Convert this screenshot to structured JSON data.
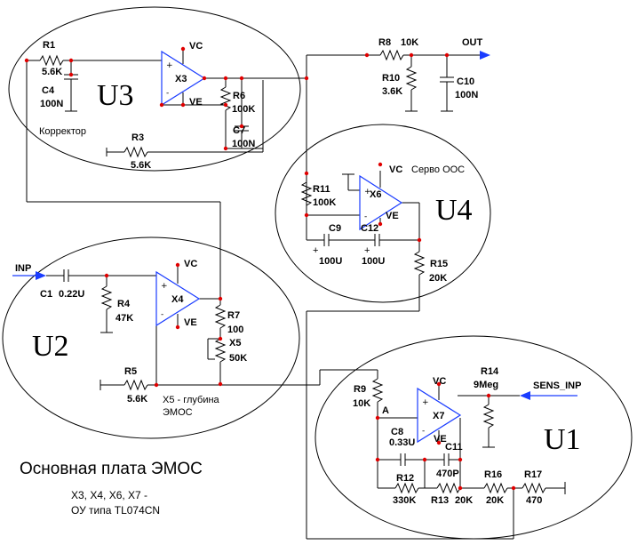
{
  "blocks": {
    "u1": "U1",
    "u2": "U2",
    "u3": "U3",
    "u4": "U4"
  },
  "title": "Основная плата ЭМОС",
  "note_line1": "X3, X4, X6, X7 -",
  "note_line2": "ОУ типа TL074CN",
  "ports": {
    "inp": "INP",
    "out": "OUT",
    "sens_inp": "SENS_INP"
  },
  "power": {
    "vc": "VC",
    "ve": "VE"
  },
  "opamps": {
    "x3": "X3",
    "x4": "X4",
    "x6": "X6",
    "x7": "X7"
  },
  "labels": {
    "corrector": "Корректор",
    "servo": "Серво ООС",
    "x5_caption_1": "X5 - глубина",
    "x5_caption_2": "ЭМОС",
    "node_a": "A"
  },
  "components": {
    "r1": {
      "ref": "R1",
      "val": "5.6K"
    },
    "c4": {
      "ref": "C4",
      "val": "100N"
    },
    "r3": {
      "ref": "R3",
      "val": "5.6K"
    },
    "r6": {
      "ref": "R6",
      "val": "100K"
    },
    "c7": {
      "ref": "C7",
      "val": "100N"
    },
    "r8": {
      "ref": "R8",
      "val": "10K"
    },
    "r10": {
      "ref": "R10",
      "val": "3.6K"
    },
    "c10": {
      "ref": "C10",
      "val": "100N"
    },
    "r11": {
      "ref": "R11",
      "val": "100K"
    },
    "c9": {
      "ref": "C9",
      "val": "100U"
    },
    "c12": {
      "ref": "C12",
      "val": "100U"
    },
    "r15": {
      "ref": "R15",
      "val": "20K"
    },
    "c1": {
      "ref": "C1",
      "val": "0.22U"
    },
    "r4": {
      "ref": "R4",
      "val": "47K"
    },
    "r7": {
      "ref": "R7",
      "val": "100"
    },
    "x5": {
      "ref": "X5",
      "val": "50K"
    },
    "r5": {
      "ref": "R5",
      "val": "5.6K"
    },
    "r9": {
      "ref": "R9",
      "val": "10K"
    },
    "r14": {
      "ref": "R14",
      "val": "9Meg"
    },
    "c8": {
      "ref": "C8",
      "val": "0.33U"
    },
    "c11": {
      "ref": "C11",
      "val": "470P"
    },
    "r12": {
      "ref": "R12",
      "val": "330K"
    },
    "r13": {
      "ref": "R13",
      "val": "20K"
    },
    "r16": {
      "ref": "R16",
      "val": "20K"
    },
    "r17": {
      "ref": "R17",
      "val": "470"
    }
  }
}
